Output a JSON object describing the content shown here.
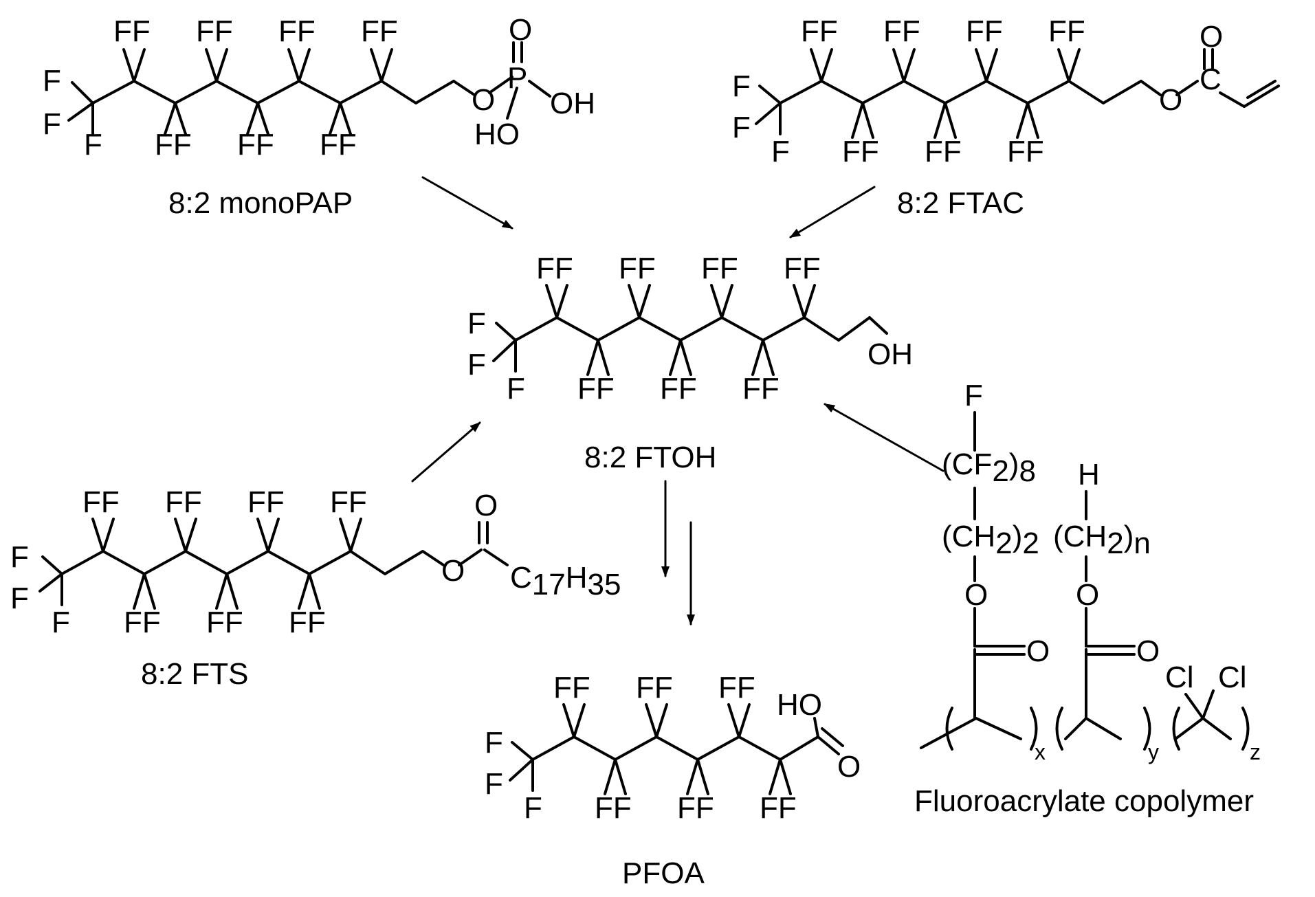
{
  "scheme": {
    "compounds": {
      "monoPAP": {
        "label": "8:2 monoPAP",
        "atoms": {
          "f": "F",
          "ff": "FF",
          "o": "O",
          "p": "P",
          "oh": "OH",
          "ho": "HO"
        }
      },
      "ftac": {
        "label": "8:2 FTAC",
        "atoms": {
          "f": "F",
          "ff": "FF",
          "o": "O",
          "c": "C"
        }
      },
      "ftoh": {
        "label": "8:2 FTOH",
        "atoms": {
          "f": "F",
          "ff": "FF",
          "oh": "OH"
        }
      },
      "fts": {
        "label": "8:2 FTS",
        "atoms": {
          "f": "F",
          "ff": "FF",
          "o": "O",
          "c": "C",
          "h": "H",
          "c_sub": "17",
          "h_sub": "35"
        }
      },
      "pfoa": {
        "label": "PFOA",
        "atoms": {
          "f": "F",
          "ff": "FF",
          "ho": "HO",
          "o": "O"
        }
      },
      "copolymer": {
        "label": "Fluoroacrylate copolymer",
        "atoms": {
          "f": "F",
          "cf2_open": "(CF",
          "cf2_sub": "2",
          "cf2_close": ")",
          "cf2_n": "8",
          "ch2_open": "(CH",
          "ch2_sub": "2",
          "ch2_close": ")",
          "ch2_n": "2",
          "ch2n_n": "n",
          "h": "H",
          "o": "O",
          "cl": "Cl",
          "x": "x",
          "y": "y",
          "z": "z"
        }
      }
    }
  }
}
